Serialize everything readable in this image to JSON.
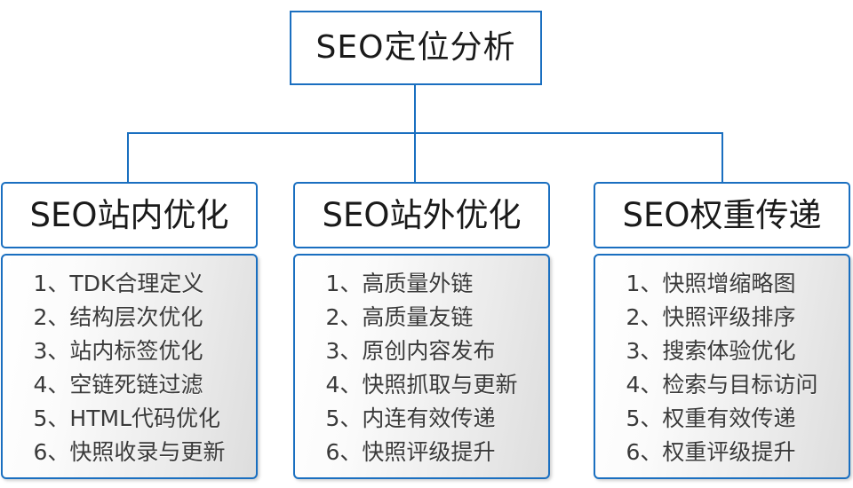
{
  "diagram": {
    "type": "organization-tree",
    "root": {
      "label": "SEO定位分析"
    },
    "accent_color": "#1a6fc0",
    "text_color": "#1a1a1a",
    "branches": [
      {
        "header": "SEO站内优化",
        "items": [
          "1、TDK合理定义",
          "2、结构层次优化",
          "3、站内标签优化",
          "4、空链死链过滤",
          "5、HTML代码优化",
          "6、快照收录与更新"
        ]
      },
      {
        "header": "SEO站外优化",
        "items": [
          "1、高质量外链",
          "2、高质量友链",
          "3、原创内容发布",
          "4、快照抓取与更新",
          "5、内连有效传递",
          "6、快照评级提升"
        ]
      },
      {
        "header": "SEO权重传递",
        "items": [
          "1、快照增缩略图",
          "2、快照评级排序",
          "3、搜索体验优化",
          "4、检索与目标访问",
          "5、权重有效传递",
          "6、权重评级提升"
        ]
      }
    ]
  }
}
